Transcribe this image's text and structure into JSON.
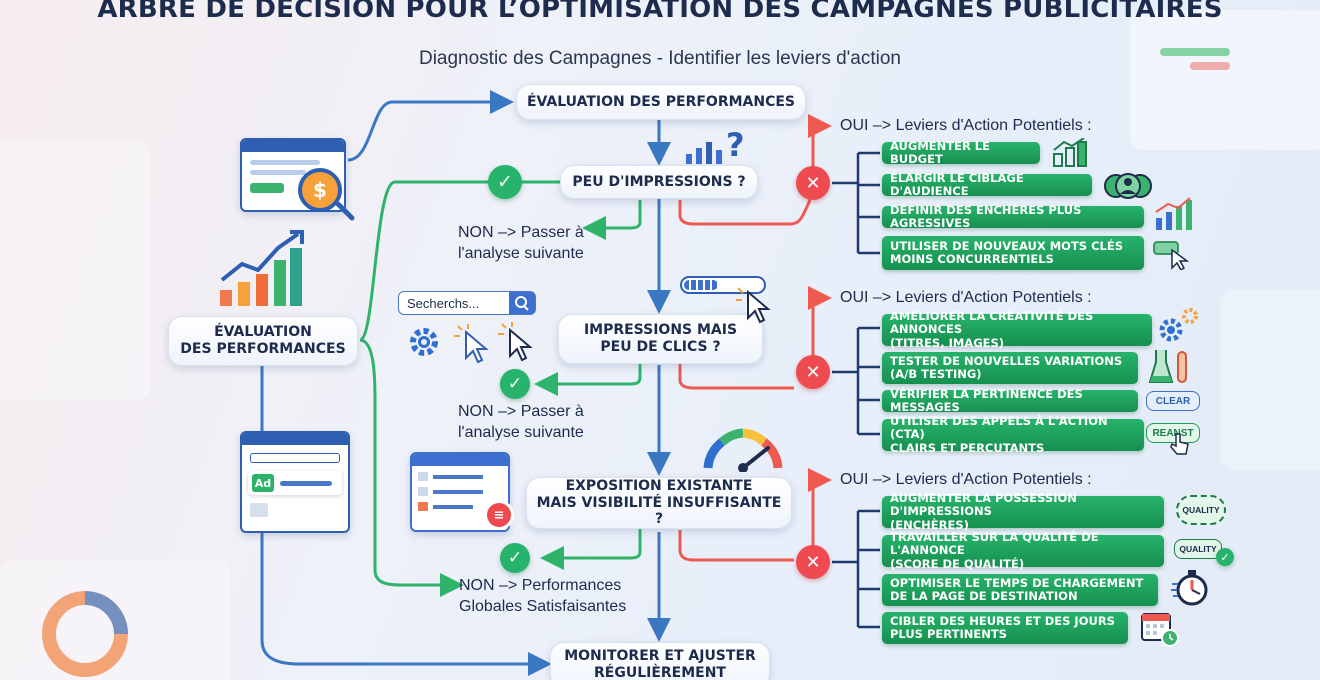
{
  "title": "ARBRE DE DÉCISION POUR L’OPTIMISATION DES CAMPAGNES PUBLICITAIRES",
  "subtitle": "Diagnostic des Campagnes - Identifier les leviers d'action",
  "nodes": {
    "top": "ÉVALUATION DES PERFORMANCES",
    "root": "ÉVALUATION\nDES PERFORMANCES",
    "q1": "PEU D'IMPRESSIONS ?",
    "q2": "IMPRESSIONS MAIS\nPEU DE CLICS ?",
    "q3": "EXPOSITION EXISTANTE\nMAIS VISIBILITÉ INSUFFISANTE ?",
    "end": "MONITORER ET AJUSTER\nRÉGULIÈREMENT"
  },
  "notes": {
    "non1": "NON –> Passer à\nl'analyse suivante",
    "non2": "NON –> Passer à\nl'analyse suivante",
    "non3": "NON –> Performances\nGlobales Satisfaisantes"
  },
  "groups": [
    {
      "label": "OUI –> Leviers d'Action Potentiels :",
      "actions": [
        "AUGMENTER LE BUDGET",
        "ÉLARGIR LE CIBLAGE D'AUDIENCE",
        "DÉFINIR DES ENCHÈRES PLUS AGRESSIVES",
        "UTILISER DE NOUVEAUX MOTS CLÉS\nMOINS CONCURRENTIELS"
      ]
    },
    {
      "label": "OUI –> Leviers d'Action Potentiels :",
      "actions": [
        "AMÉLIORER LA CRÉATIVITÉ DES ANNONCES\n(TITRES, IMAGES)",
        "TESTER DE NOUVELLES VARIATIONS\n(A/B TESTING)",
        "VÉRIFIER LA PERTINENCE DES MESSAGES",
        "UTILISER DES APPELS À L'ACTION (CTA)\nCLAIRS ET PERCUTANTS"
      ]
    },
    {
      "label": "OUI –> Leviers d'Action Potentiels :",
      "actions": [
        "AUGMENTER LA POSSESSION D'IMPRESSIONS\n(ENCHÈRES)",
        "TRAVAILLER SUR LA QUALITÉ DE L'ANNONCE\n(SCORE DE QUALITÉ)",
        "OPTIMISER LE TEMPS DE CHARGEMENT\nDE LA PAGE DE DESTINATION",
        "CIBLER DES HEURES ET DES JOURS\nPLUS PERTINENTS"
      ]
    }
  ],
  "decor": {
    "search_text": "Secherchs...",
    "clear_label": "CLEAR",
    "react_label": "REANST",
    "quality_label_1": "QUALITY",
    "quality_label_2": "QUALITY",
    "ad_label": "Ad",
    "dollar_symbol": "$",
    "question_symbol": "?",
    "check_symbol": "✓",
    "cross_symbol": "✕"
  },
  "colors": {
    "blue_line": "#3b78c4",
    "green_line": "#2fb36a",
    "red_line": "#ee5a50",
    "action_green": "#1e9f5a",
    "title_navy": "#1d2b4c"
  }
}
